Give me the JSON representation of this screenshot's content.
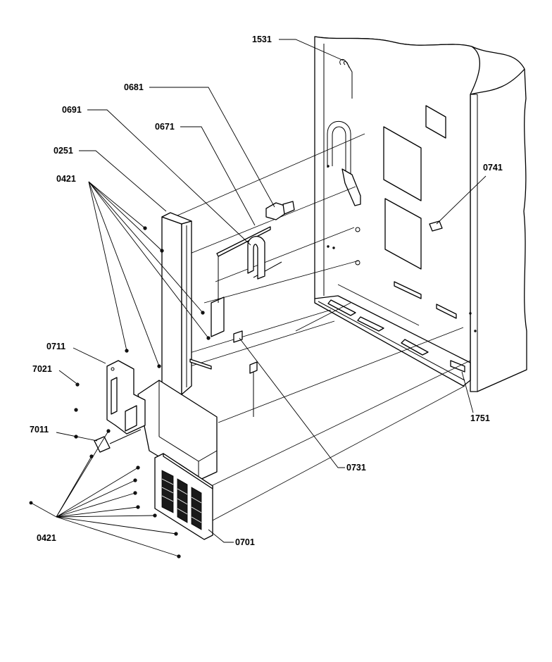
{
  "callouts": [
    {
      "id": "c1531",
      "text": "1531"
    },
    {
      "id": "c0681",
      "text": "0681"
    },
    {
      "id": "c0691",
      "text": "0691"
    },
    {
      "id": "c0671",
      "text": "0671"
    },
    {
      "id": "c0251",
      "text": "0251"
    },
    {
      "id": "c0421a",
      "text": "0421"
    },
    {
      "id": "c0741",
      "text": "0741"
    },
    {
      "id": "c0711",
      "text": "0711"
    },
    {
      "id": "c7021",
      "text": "7021"
    },
    {
      "id": "c7011",
      "text": "7011"
    },
    {
      "id": "c1751",
      "text": "1751"
    },
    {
      "id": "c0731",
      "text": "0731"
    },
    {
      "id": "c0701",
      "text": "0701"
    },
    {
      "id": "c0421b",
      "text": "0421"
    }
  ]
}
